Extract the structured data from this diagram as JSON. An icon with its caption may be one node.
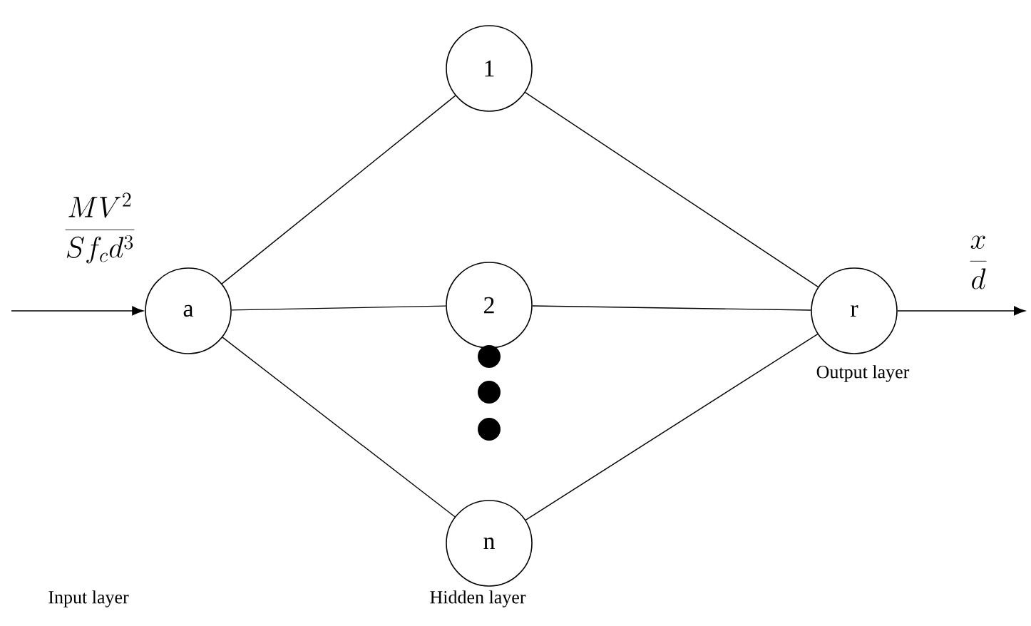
{
  "diagram": {
    "nodes": [
      {
        "text": [
          "a"
        ]
      },
      {
        "text": [
          "1"
        ]
      },
      {
        "text": [
          "2"
        ]
      },
      {
        "text": [
          "n"
        ]
      },
      {
        "text": [
          "r"
        ]
      }
    ],
    "edges": [
      {
        "from": null,
        "to": 0,
        "arrow": "to",
        "label": "\\frac{MV^{2}}{Sf_{c}d^{3}}"
      },
      {
        "from": 0,
        "to": 1,
        "arrow": "none"
      },
      {
        "from": 0,
        "to": 2,
        "arrow": "none"
      },
      {
        "from": 0,
        "to": 3,
        "arrow": "none"
      },
      {
        "from": 1,
        "to": 4,
        "arrow": "none"
      },
      {
        "from": 2,
        "to": 4,
        "arrow": "none"
      },
      {
        "from": 3,
        "to": 4,
        "arrow": "none"
      },
      {
        "from": 4,
        "to": null,
        "arrow": "to",
        "label": "\\frac{x}{d}"
      }
    ],
    "labels": [
      "Input layer",
      "Hidden layer",
      "Output layer"
    ]
  }
}
